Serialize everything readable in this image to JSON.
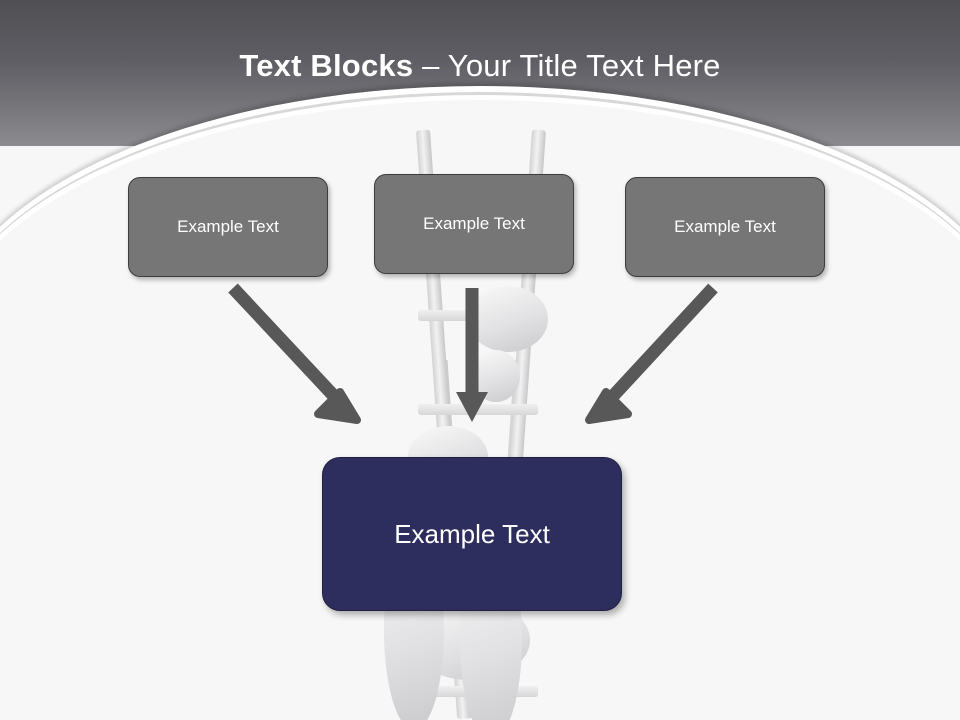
{
  "slide": {
    "title_strong": "Text Blocks",
    "title_dash": " – ",
    "title_light": "Your Title Text Here",
    "background_color": "#f7f7f7",
    "header_color": "#5d5d63"
  },
  "diagram": {
    "type": "convergence",
    "top_boxes": [
      {
        "label": "Example Text",
        "color": "#767676"
      },
      {
        "label": "Example Text",
        "color": "#767676"
      },
      {
        "label": "Example Text",
        "color": "#767676"
      }
    ],
    "bottom_box": {
      "label": "Example Text",
      "color": "#2e2e5e"
    },
    "arrows": [
      {
        "name": "arrow-left-diagonal",
        "direction": "down-right",
        "color": "#585858"
      },
      {
        "name": "arrow-center-vertical",
        "direction": "down",
        "color": "#585858"
      },
      {
        "name": "arrow-right-diagonal",
        "direction": "down-left",
        "color": "#585858"
      }
    ]
  },
  "artwork": {
    "name": "person-climbing-ladder",
    "description": "3D white figure climbing a ladder"
  }
}
